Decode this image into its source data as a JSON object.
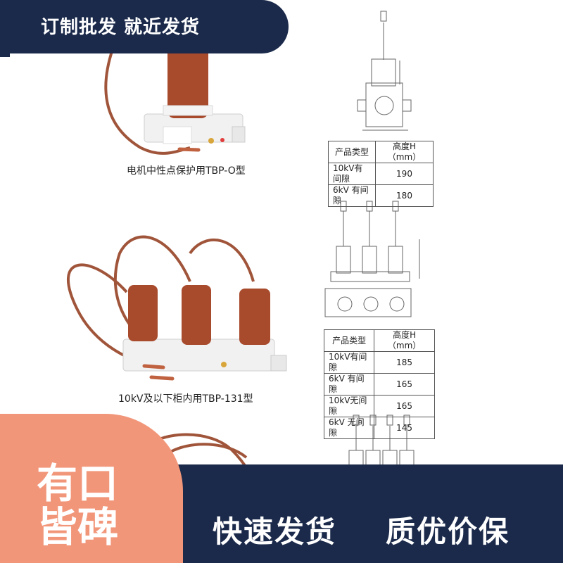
{
  "banner": {
    "text": "订制批发 就近发货"
  },
  "products": [
    {
      "caption": "电机中性点保护用TBP-O型"
    },
    {
      "caption": "10kV及以下柜内用TBP-131型"
    }
  ],
  "table1": {
    "headers": [
      "产品类型",
      "高度H（mm）"
    ],
    "rows": [
      [
        "10kV有间隙",
        "190"
      ],
      [
        "6kV 有间隙",
        "180"
      ]
    ]
  },
  "table2": {
    "headers": [
      "产品类型",
      "高度H（mm）"
    ],
    "rows": [
      [
        "10kV有间隙",
        "185"
      ],
      [
        "6kV 有间隙",
        "165"
      ],
      [
        "10kV无间隙",
        "165"
      ],
      [
        "6kV 无间隙",
        "145"
      ]
    ]
  },
  "bottom": {
    "left_line1": "有口",
    "left_line2": "皆碑",
    "slogan1": "快速发货",
    "slogan2": "质优价保"
  },
  "colors": {
    "navy": "#1b2a4b",
    "salmon": "#f2967a",
    "insulator": "#a84a2c"
  }
}
